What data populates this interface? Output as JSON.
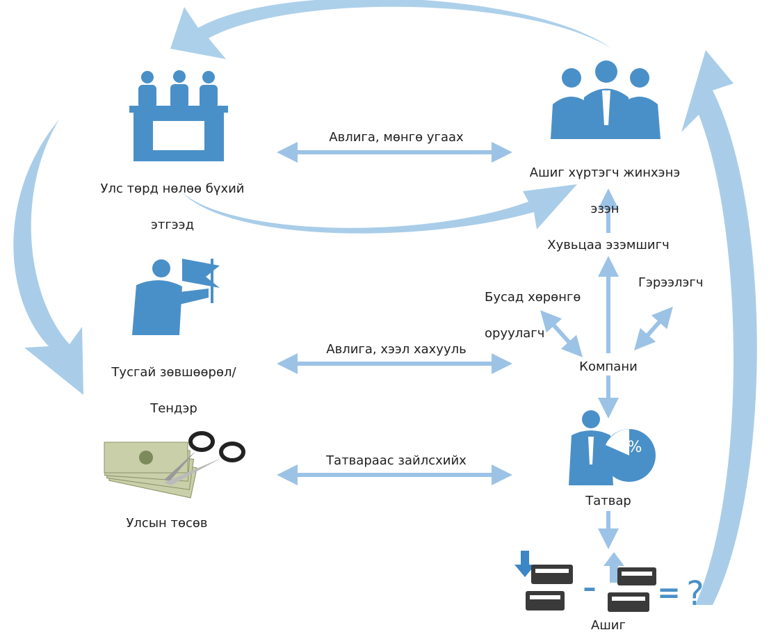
{
  "nodes": {
    "state_influence": {
      "line1": "Улс төрд нөлөө бүхий",
      "line2": "этгээд"
    },
    "beneficial_owner": {
      "line1": "Ашиг хүртэгч жинхэнэ",
      "line2": "эзэн"
    },
    "license_tender": {
      "line1": "Тусгай зөвшөөрөл/",
      "line2": "Тендэр"
    },
    "state_budget": {
      "label": "Улсын төсөв"
    },
    "shareholder": {
      "label": "Хувьцаа эзэмшигч"
    },
    "other_investor": {
      "line1": "Бусад хөрөнгө",
      "line2": "оруулагч"
    },
    "contractor": {
      "label": "Гэрээлэгч"
    },
    "company": {
      "label": "Компани"
    },
    "tax": {
      "label": "Татвар",
      "icon_text": "%"
    },
    "profit": {
      "label": "Ашиг",
      "equation_minus": "–",
      "equation_equals": "=",
      "equation_result": "?"
    }
  },
  "links": {
    "corruption_laundering": "Авлига, мөнгө угаах",
    "corruption_bribery": "Авлига, хээл хахууль",
    "tax_evasion": "Татвараас зайлсхийх"
  },
  "colors": {
    "icon_blue": "#4a90c8",
    "arrow_light": "#9cc3e6",
    "swoosh": "#a9cde9",
    "text": "#1f1f1f"
  }
}
